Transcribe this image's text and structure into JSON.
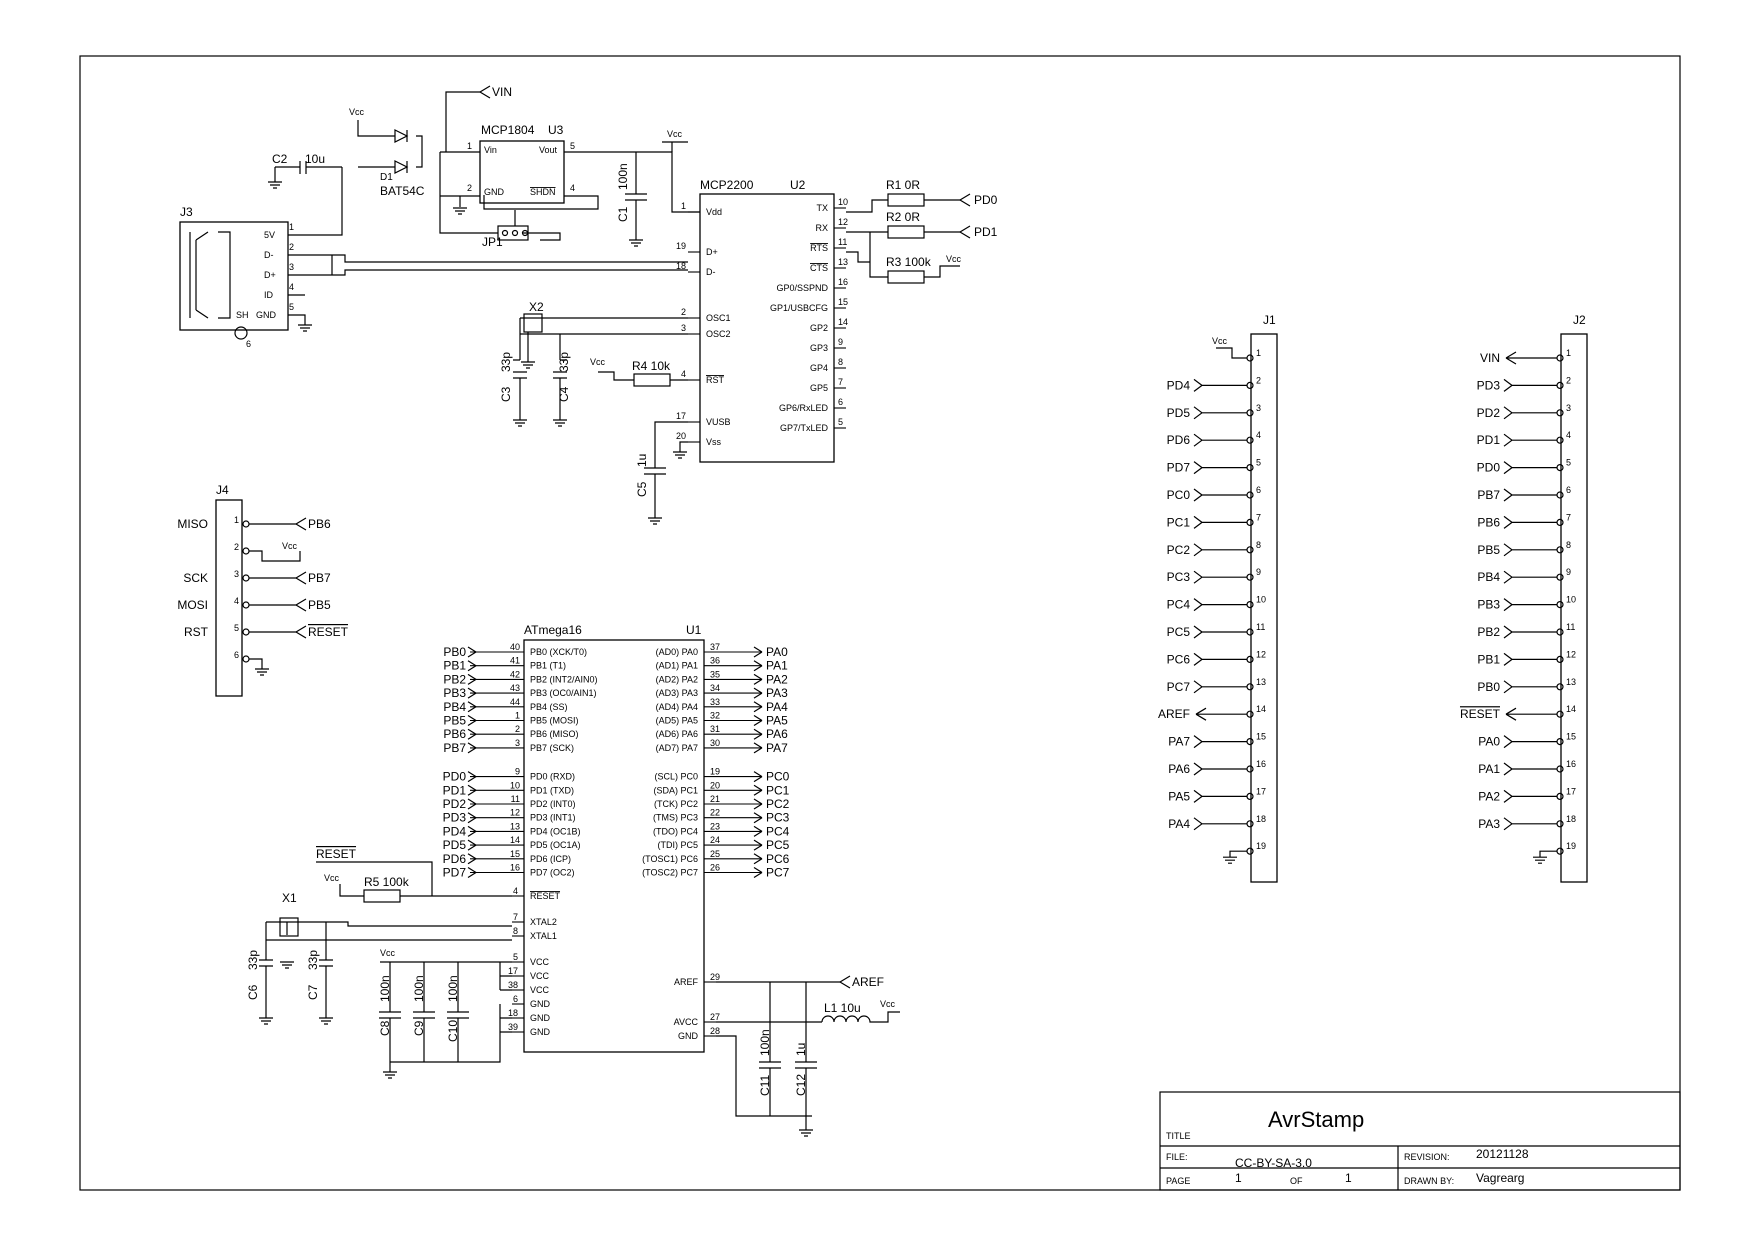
{
  "title_block": {
    "title_label": "TITLE",
    "title": "AvrStamp",
    "file_label": "FILE:",
    "file": "CC-BY-SA-3.0",
    "page_label": "PAGE",
    "page": "1",
    "of_label": "OF",
    "of": "1",
    "revision_label": "REVISION:",
    "revision": "20121128",
    "drawn_by_label": "DRAWN BY:",
    "drawn_by": "Vagrearg"
  },
  "u1": {
    "part": "ATmega16",
    "ref": "U1",
    "left_pins": [
      {
        "num": "40",
        "name": "PB0 (XCK/T0)",
        "net": "PB0"
      },
      {
        "num": "41",
        "name": "PB1 (T1)",
        "net": "PB1"
      },
      {
        "num": "42",
        "name": "PB2 (INT2/AIN0)",
        "net": "PB2"
      },
      {
        "num": "43",
        "name": "PB3 (OC0/AIN1)",
        "net": "PB3"
      },
      {
        "num": "44",
        "name": "PB4 (SS)",
        "net": "PB4"
      },
      {
        "num": "1",
        "name": "PB5 (MOSI)",
        "net": "PB5"
      },
      {
        "num": "2",
        "name": "PB6 (MISO)",
        "net": "PB6"
      },
      {
        "num": "3",
        "name": "PB7 (SCK)",
        "net": "PB7"
      },
      {
        "num": "9",
        "name": "PD0 (RXD)",
        "net": "PD0"
      },
      {
        "num": "10",
        "name": "PD1 (TXD)",
        "net": "PD1"
      },
      {
        "num": "11",
        "name": "PD2 (INT0)",
        "net": "PD2"
      },
      {
        "num": "12",
        "name": "PD3 (INT1)",
        "net": "PD3"
      },
      {
        "num": "13",
        "name": "PD4 (OC1B)",
        "net": "PD4"
      },
      {
        "num": "14",
        "name": "PD5 (OC1A)",
        "net": "PD5"
      },
      {
        "num": "15",
        "name": "PD6 (ICP)",
        "net": "PD6"
      },
      {
        "num": "16",
        "name": "PD7 (OC2)",
        "net": "PD7"
      }
    ],
    "right_pins": [
      {
        "num": "37",
        "name": "(AD0) PA0",
        "net": "PA0"
      },
      {
        "num": "36",
        "name": "(AD1) PA1",
        "net": "PA1"
      },
      {
        "num": "35",
        "name": "(AD2) PA2",
        "net": "PA2"
      },
      {
        "num": "34",
        "name": "(AD3) PA3",
        "net": "PA3"
      },
      {
        "num": "33",
        "name": "(AD4) PA4",
        "net": "PA4"
      },
      {
        "num": "32",
        "name": "(AD5) PA5",
        "net": "PA5"
      },
      {
        "num": "31",
        "name": "(AD6) PA6",
        "net": "PA6"
      },
      {
        "num": "30",
        "name": "(AD7) PA7",
        "net": "PA7"
      },
      {
        "num": "19",
        "name": "(SCL) PC0",
        "net": "PC0"
      },
      {
        "num": "20",
        "name": "(SDA) PC1",
        "net": "PC1"
      },
      {
        "num": "21",
        "name": "(TCK) PC2",
        "net": "PC2"
      },
      {
        "num": "22",
        "name": "(TMS) PC3",
        "net": "PC3"
      },
      {
        "num": "23",
        "name": "(TDO) PC4",
        "net": "PC4"
      },
      {
        "num": "24",
        "name": "(TDI) PC5",
        "net": "PC5"
      },
      {
        "num": "25",
        "name": "(TOSC1) PC6",
        "net": "PC6"
      },
      {
        "num": "26",
        "name": "(TOSC2) PC7",
        "net": "PC7"
      }
    ],
    "other_pins": [
      {
        "num": "4",
        "name": "RESET"
      },
      {
        "num": "7",
        "name": "XTAL2"
      },
      {
        "num": "8",
        "name": "XTAL1"
      },
      {
        "num": "5",
        "name": "VCC"
      },
      {
        "num": "17",
        "name": "VCC"
      },
      {
        "num": "38",
        "name": "VCC"
      },
      {
        "num": "6",
        "name": "GND"
      },
      {
        "num": "18",
        "name": "GND"
      },
      {
        "num": "39",
        "name": "GND"
      },
      {
        "num": "29",
        "name": "AREF"
      },
      {
        "num": "27",
        "name": "AVCC"
      },
      {
        "num": "28",
        "name": "GND"
      }
    ]
  },
  "u2": {
    "part": "MCP2200",
    "ref": "U2",
    "left_pins": [
      {
        "num": "1",
        "name": "Vdd"
      },
      {
        "num": "19",
        "name": "D+"
      },
      {
        "num": "18",
        "name": "D-"
      },
      {
        "num": "2",
        "name": "OSC1"
      },
      {
        "num": "3",
        "name": "OSC2"
      },
      {
        "num": "4",
        "name": "RST"
      },
      {
        "num": "17",
        "name": "VUSB"
      },
      {
        "num": "20",
        "name": "Vss"
      }
    ],
    "right_pins": [
      {
        "num": "10",
        "name": "TX"
      },
      {
        "num": "12",
        "name": "RX"
      },
      {
        "num": "11",
        "name": "RTS"
      },
      {
        "num": "13",
        "name": "CTS"
      },
      {
        "num": "16",
        "name": "GP0/SSPND"
      },
      {
        "num": "15",
        "name": "GP1/USBCFG"
      },
      {
        "num": "14",
        "name": "GP2"
      },
      {
        "num": "9",
        "name": "GP3"
      },
      {
        "num": "8",
        "name": "GP4"
      },
      {
        "num": "7",
        "name": "GP5"
      },
      {
        "num": "6",
        "name": "GP6/RxLED"
      },
      {
        "num": "5",
        "name": "GP7/TxLED"
      }
    ]
  },
  "u3": {
    "part": "MCP1804",
    "ref": "U3",
    "pins": [
      {
        "num": "1",
        "name": "Vin"
      },
      {
        "num": "5",
        "name": "Vout"
      },
      {
        "num": "2",
        "name": "GND"
      },
      {
        "num": "4",
        "name": "SHDN"
      }
    ]
  },
  "j1": {
    "ref": "J1",
    "nets": [
      "Vcc",
      "PD4",
      "PD5",
      "PD6",
      "PD7",
      "PC0",
      "PC1",
      "PC2",
      "PC3",
      "PC4",
      "PC5",
      "PC6",
      "PC7",
      "AREF",
      "PA7",
      "PA6",
      "PA5",
      "PA4",
      "GND"
    ]
  },
  "j2": {
    "ref": "J2",
    "nets": [
      "VIN",
      "PD3",
      "PD2",
      "PD1",
      "PD0",
      "PB7",
      "PB6",
      "PB5",
      "PB4",
      "PB3",
      "PB2",
      "PB1",
      "PB0",
      "RESET",
      "PA0",
      "PA1",
      "PA2",
      "PA3",
      "GND"
    ]
  },
  "j3": {
    "ref": "J3",
    "pins": [
      {
        "num": "1",
        "name": "5V"
      },
      {
        "num": "2",
        "name": "D-"
      },
      {
        "num": "3",
        "name": "D+"
      },
      {
        "num": "4",
        "name": "ID"
      },
      {
        "num": "5",
        "name": "GND"
      },
      {
        "num": "6",
        "name": "SH"
      }
    ]
  },
  "j4": {
    "ref": "J4",
    "pins": [
      {
        "num": "1",
        "label": "MISO",
        "net": "PB6"
      },
      {
        "num": "2",
        "label": "",
        "net": "Vcc"
      },
      {
        "num": "3",
        "label": "SCK",
        "net": "PB7"
      },
      {
        "num": "4",
        "label": "MOSI",
        "net": "PB5"
      },
      {
        "num": "5",
        "label": "RST",
        "net": "RESET"
      },
      {
        "num": "6",
        "label": "",
        "net": "GND"
      }
    ]
  },
  "parts": {
    "r1": "R1  0R",
    "r2": "R2  0R",
    "r3": "R3  100k",
    "r4": "R4  10k",
    "r5": "R5  100k",
    "c1": "C1",
    "c1v": "100n",
    "c2": "C2",
    "c2v": "10u",
    "c3": "C3",
    "c3v": "33p",
    "c4": "C4",
    "c4v": "33p",
    "c5": "C5",
    "c5v": "1u",
    "c6": "C6",
    "c6v": "33p",
    "c7": "C7",
    "c7v": "33p",
    "c8": "C8",
    "c8v": "100n",
    "c9": "C9",
    "c9v": "100n",
    "c10": "C10",
    "c10v": "100n",
    "c11": "C11",
    "c11v": "100n",
    "c12": "C12",
    "c12v": "1u",
    "l1": "L1  10u",
    "d1": "D1",
    "d1v": "BAT54C",
    "x1": "X1",
    "x2": "X2",
    "jp1": "JP1"
  },
  "nets": {
    "vcc": "Vcc",
    "vin": "VIN",
    "pd0": "PD0",
    "pd1": "PD1",
    "aref": "AREF",
    "reset": "RESET",
    "pb5": "PB5",
    "pb6": "PB6",
    "pb7": "PB7"
  }
}
